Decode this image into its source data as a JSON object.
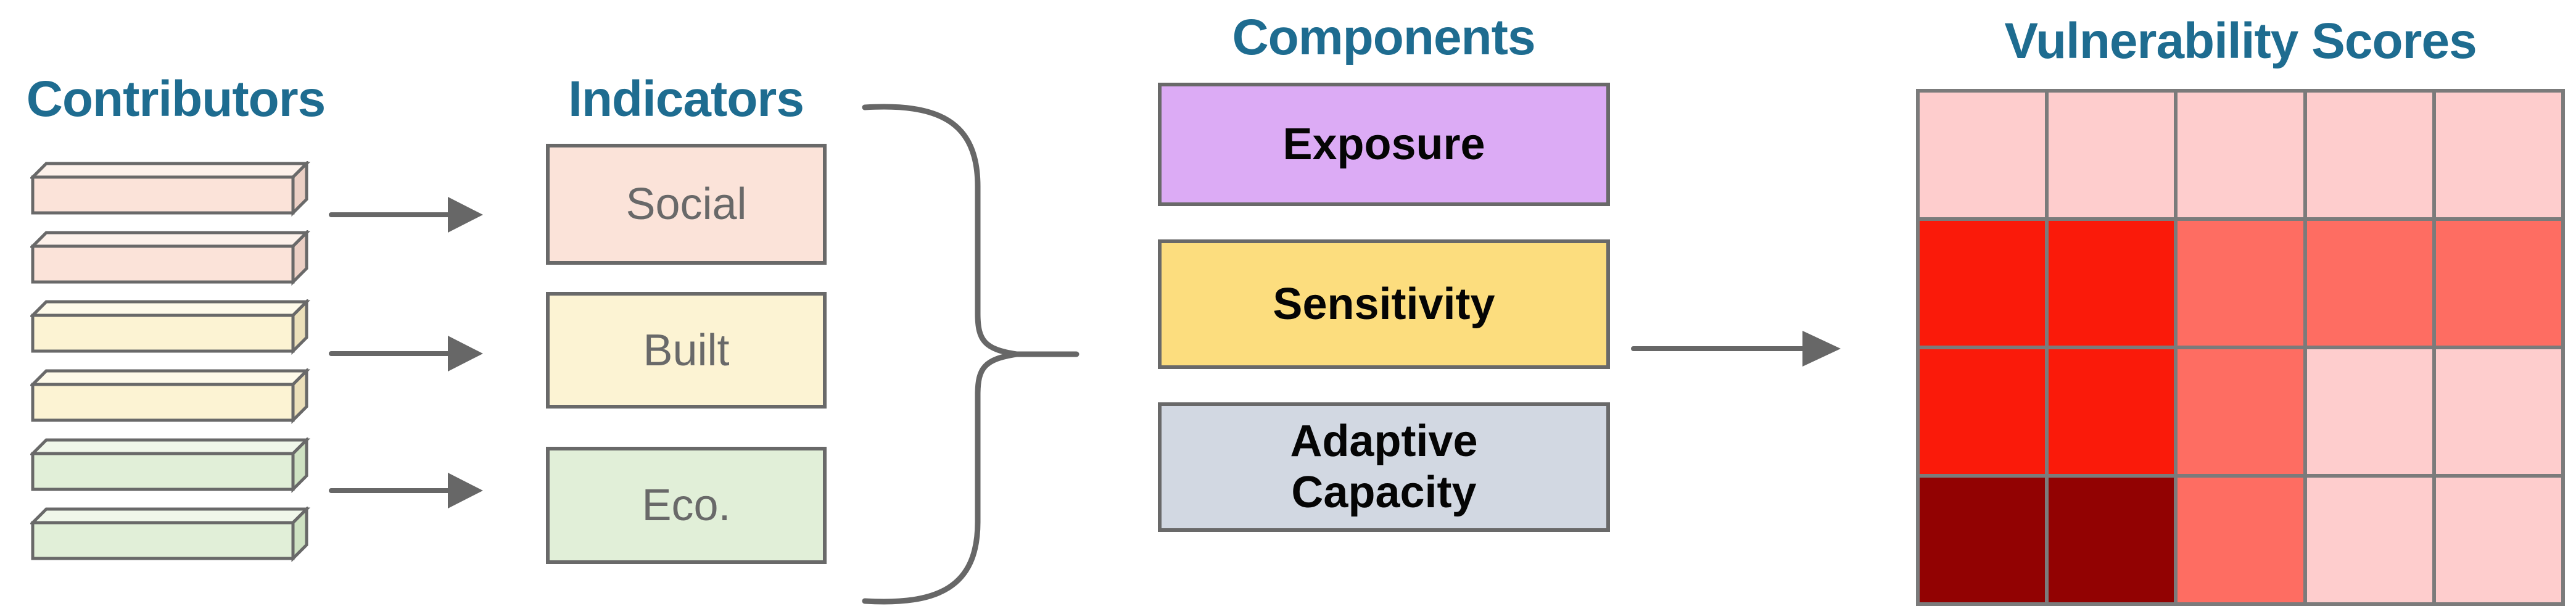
{
  "headings": {
    "contributors": "Contributors",
    "indicators": "Indicators",
    "components": "Components",
    "vulnerability_scores": "Vulnerability Scores"
  },
  "colors": {
    "heading_text": "#1e6c90",
    "outline_gray": "#696969",
    "arrow_gray": "#676767",
    "grid_line_gray": "#7b7b7b",
    "background": "#ffffff"
  },
  "contributor_bars": [
    {
      "name": "social-contributor-bar-1",
      "front": "#fbe3d9",
      "top": "#fdf1ea",
      "side": "#ecd0c5"
    },
    {
      "name": "social-contributor-bar-2",
      "front": "#fbe3d9",
      "top": "#fdf1ea",
      "side": "#ecd0c5"
    },
    {
      "name": "built-contributor-bar-1",
      "front": "#fcf3d3",
      "top": "#fefae9",
      "side": "#ece0ba"
    },
    {
      "name": "built-contributor-bar-2",
      "front": "#fcf3d3",
      "top": "#fefae9",
      "side": "#ece0ba"
    },
    {
      "name": "eco-contributor-bar-1",
      "front": "#e1efd8",
      "top": "#f0f7ea",
      "side": "#cfe2c3"
    },
    {
      "name": "eco-contributor-bar-2",
      "front": "#e1efd8",
      "top": "#f0f7ea",
      "side": "#cfe2c3"
    }
  ],
  "indicators": [
    {
      "label": "Social",
      "fill": "#fbe3d9"
    },
    {
      "label": "Built",
      "fill": "#fcf3d3"
    },
    {
      "label": "Eco.",
      "fill": "#e1efd8"
    }
  ],
  "components": [
    {
      "label": "Exposure",
      "fill": "#dcabf5"
    },
    {
      "label": "Sensitivity",
      "fill": "#fcdd7e"
    },
    {
      "label": "Adaptive Capacity",
      "fill": "#d2d8e2"
    }
  ],
  "vulnerability_grid": {
    "rows": 4,
    "cols": 5,
    "palette": {
      "light": "#fecdcd",
      "red": "#fa1a0a",
      "salmon": "#fe6d62",
      "dark": "#920202"
    },
    "cells": [
      [
        "light",
        "light",
        "light",
        "light",
        "light"
      ],
      [
        "red",
        "red",
        "salmon",
        "salmon",
        "salmon"
      ],
      [
        "red",
        "red",
        "salmon",
        "light",
        "light"
      ],
      [
        "dark",
        "dark",
        "salmon",
        "light",
        "light"
      ]
    ]
  }
}
